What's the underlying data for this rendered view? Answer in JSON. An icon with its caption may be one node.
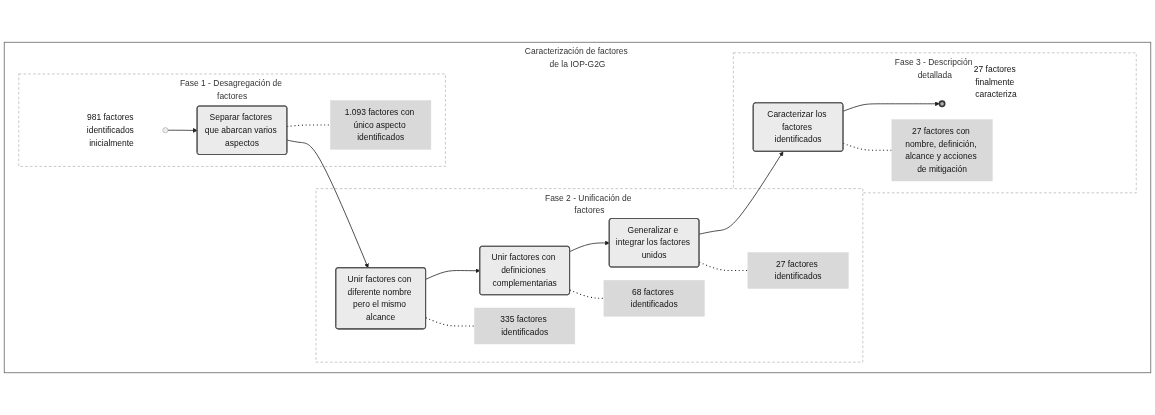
{
  "diagram": {
    "nodes": [
      {
        "text": [
          "Caracterización de factores de la IOP-G2G"
        ]
      },
      {
        "text": [
          "Fase 1 - Desagregación de factores"
        ],
        "in": 0
      },
      {
        "text": [],
        "shape": "circle",
        "beside": [
          "981 factores identificados inicialmente"
        ],
        "in": 1
      },
      {
        "text": [
          "Separar factores que abarcan varios aspectos"
        ],
        "in": 1
      },
      {
        "text": [
          "1.093 factores con único aspecto identificados"
        ],
        "in": 1
      },
      {
        "text": [
          "Fase 2 - Unificación de factores"
        ],
        "in": 0
      },
      {
        "text": [
          "Unir factores con diferente nombre pero el mismo alcance"
        ],
        "in": 5
      },
      {
        "text": [
          "335 factores identificados"
        ],
        "in": 5
      },
      {
        "text": [
          "Unir factores con definiciones complementarias"
        ],
        "in": 5
      },
      {
        "text": [
          "68 factores identificados"
        ],
        "in": 5
      },
      {
        "text": [
          "Generalizar e integrar los factores unidos"
        ],
        "in": 5
      },
      {
        "text": [
          "27 factores identificados"
        ],
        "in": 5
      },
      {
        "text": [
          "Fase 3 - Descripción detallada"
        ],
        "in": 0
      },
      {
        "text": [
          "Caracterizar los factores identificados"
        ],
        "in": 12
      },
      {
        "text": [
          "27 factores con nombre, definición, alcance y acciones de mitigación"
        ],
        "in": 12
      },
      {
        "text": [],
        "shape": "circle",
        "beside": [
          "27 factores finalmente caracteriza"
        ],
        "in": 12
      }
    ],
    "edges": [
      {
        "from": 2,
        "to": 3,
        "arrow": "to"
      },
      {
        "from": 3,
        "to": 6,
        "arrow": "to"
      },
      {
        "from": 6,
        "to": 8,
        "arrow": "to"
      },
      {
        "from": 8,
        "to": 10,
        "arrow": "to"
      },
      {
        "from": 10,
        "to": 13,
        "arrow": "to"
      },
      {
        "from": 13,
        "to": 15,
        "arrow": "to"
      },
      {
        "from": 3,
        "to": 4,
        "arrow": "none",
        "style": "dashed"
      },
      {
        "from": 6,
        "to": 7,
        "arrow": "none",
        "style": "dashed"
      },
      {
        "from": 8,
        "to": 9,
        "arrow": "none",
        "style": "dashed"
      },
      {
        "from": 10,
        "to": 11,
        "arrow": "none",
        "style": "dashed"
      },
      {
        "from": 13,
        "to": 14,
        "arrow": "none",
        "style": "dashed"
      }
    ]
  }
}
